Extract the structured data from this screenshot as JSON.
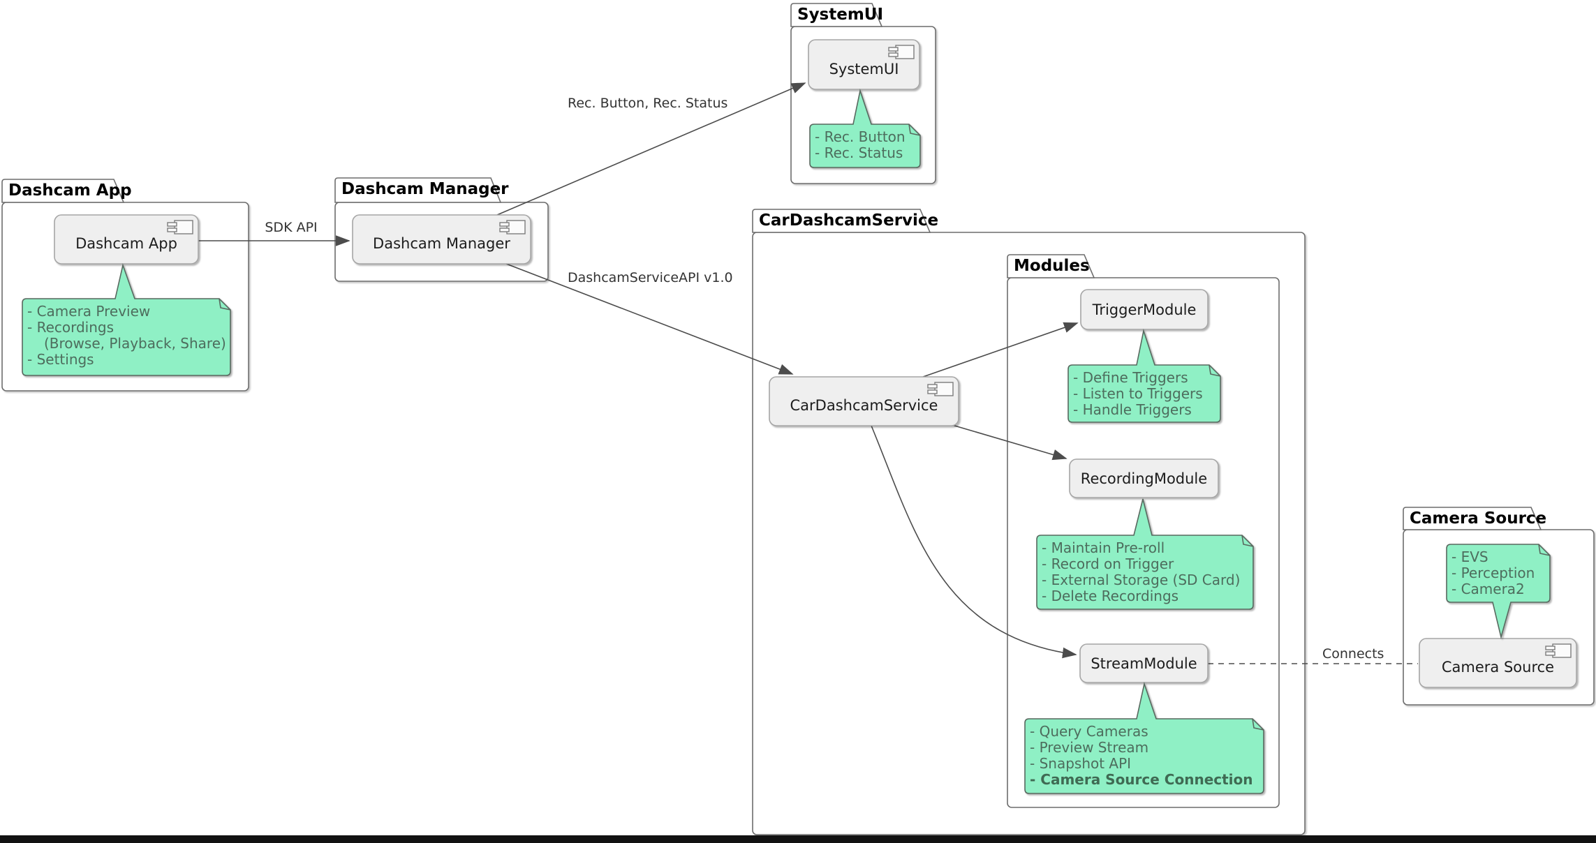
{
  "diagram": {
    "packages": {
      "dashcam_app": {
        "title": "Dashcam App"
      },
      "dashcam_manager": {
        "title": "Dashcam Manager"
      },
      "systemui": {
        "title": "SystemUI"
      },
      "car_dashcam_service": {
        "title": "CarDashcamService"
      },
      "modules": {
        "title": "Modules"
      },
      "camera_source": {
        "title": "Camera Source"
      }
    },
    "components": {
      "dashcam_app": {
        "label": "Dashcam App"
      },
      "dashcam_manager": {
        "label": "Dashcam Manager"
      },
      "systemui": {
        "label": "SystemUI"
      },
      "car_dashcam_service": {
        "label": "CarDashcamService"
      },
      "trigger_module": {
        "label": "TriggerModule"
      },
      "recording_module": {
        "label": "RecordingModule"
      },
      "stream_module": {
        "label": "StreamModule"
      },
      "camera_source": {
        "label": "Camera Source"
      }
    },
    "notes": {
      "dashcam_app": {
        "lines": [
          "- Camera Preview",
          "- Recordings",
          "(Browse, Playback, Share)",
          "- Settings"
        ]
      },
      "systemui": {
        "lines": [
          "- Rec. Button",
          "- Rec. Status"
        ]
      },
      "trigger_module": {
        "lines": [
          "- Define Triggers",
          "- Listen to Triggers",
          "- Handle Triggers"
        ]
      },
      "recording_module": {
        "lines": [
          "- Maintain Pre-roll",
          "- Record on Trigger",
          "- External Storage (SD Card)",
          "- Delete Recordings"
        ]
      },
      "stream_module": {
        "lines": [
          "- Query Cameras",
          "- Preview Stream",
          "- Snapshot API",
          "- Camera Source Connection"
        ]
      },
      "camera_source": {
        "lines": [
          "- EVS",
          "- Perception",
          "- Camera2"
        ]
      }
    },
    "edges": {
      "sdk_api": {
        "label": "SDK API"
      },
      "rec_button_status": {
        "label": "Rec. Button, Rec. Status"
      },
      "dashcam_service_api": {
        "label": "DashcamServiceAPI v1.0"
      },
      "connects": {
        "label": "Connects"
      }
    },
    "colors": {
      "note_fill": "#8FF0C5",
      "note_border": "#58685E",
      "component_fill": "#EFEFEF",
      "component_border": "#A5A5A5",
      "package_border": "#6D6D6D",
      "arrow": "#4C4C4C",
      "bottom_bar": "#121212"
    }
  }
}
